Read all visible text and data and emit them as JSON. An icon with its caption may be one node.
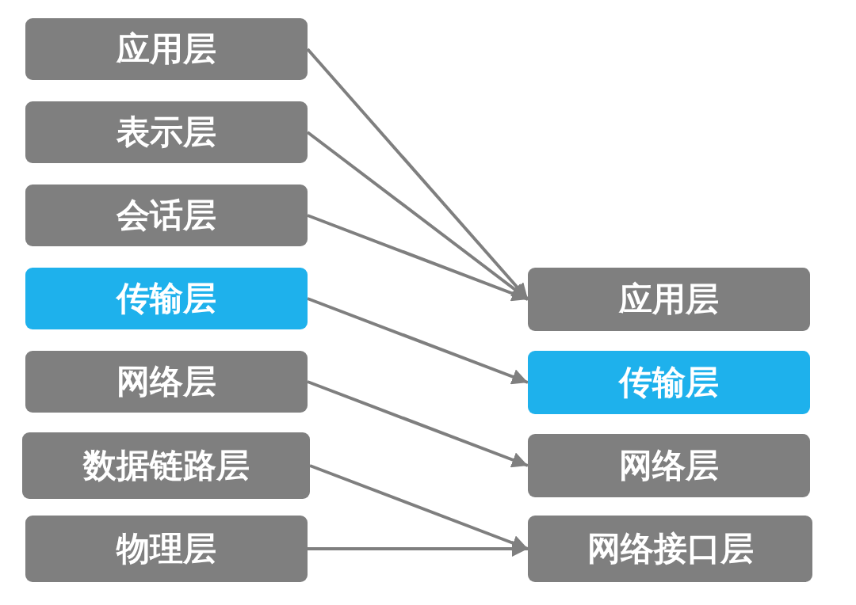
{
  "diagram": {
    "nodes": [
      {
        "text": [
          "应用层"
        ]
      },
      {
        "text": [
          "表示层"
        ]
      },
      {
        "text": [
          "会话层"
        ]
      },
      {
        "text": [
          "传输层"
        ]
      },
      {
        "text": [
          "网络层"
        ]
      },
      {
        "text": [
          "数据链路层"
        ]
      },
      {
        "text": [
          "物理层"
        ]
      },
      {
        "text": [
          "应用层"
        ]
      },
      {
        "text": [
          "传输层"
        ]
      },
      {
        "text": [
          "网络层"
        ]
      },
      {
        "text": [
          "网络接口层"
        ]
      }
    ],
    "edges": [
      {
        "from": 0,
        "to": 7,
        "arrow": "to"
      },
      {
        "from": 1,
        "to": 7,
        "arrow": "to"
      },
      {
        "from": 2,
        "to": 7,
        "arrow": "to"
      },
      {
        "from": 3,
        "to": 8,
        "arrow": "to"
      },
      {
        "from": 4,
        "to": 9,
        "arrow": "to"
      },
      {
        "from": 5,
        "to": 10,
        "arrow": "to"
      },
      {
        "from": 6,
        "to": 10,
        "arrow": "to"
      }
    ]
  }
}
